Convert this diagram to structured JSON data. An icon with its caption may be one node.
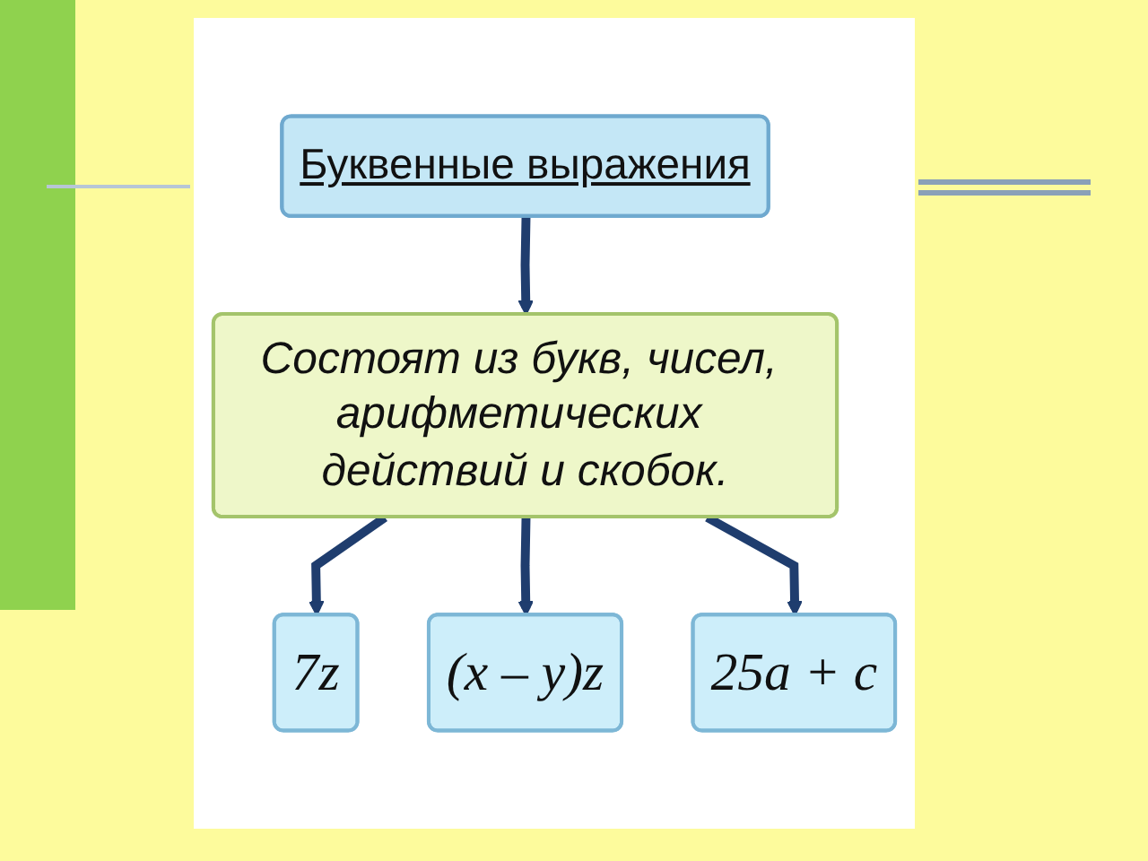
{
  "diagram": {
    "nodes": [
      {
        "text": [
          "Буквенные выражения"
        ]
      },
      {
        "text": [
          "Состоят из букв, чисел, арифметических действий и скобок."
        ]
      },
      {
        "text": [
          "7z"
        ]
      },
      {
        "text": [
          "(x – y)z"
        ]
      },
      {
        "text": [
          "25a + c"
        ]
      }
    ],
    "edges": [
      {
        "from": 0,
        "to": 1,
        "arrow": "to"
      },
      {
        "from": 1,
        "to": 2,
        "arrow": "to"
      },
      {
        "from": 1,
        "to": 3,
        "arrow": "to"
      },
      {
        "from": 1,
        "to": 4,
        "arrow": "to"
      }
    ]
  }
}
